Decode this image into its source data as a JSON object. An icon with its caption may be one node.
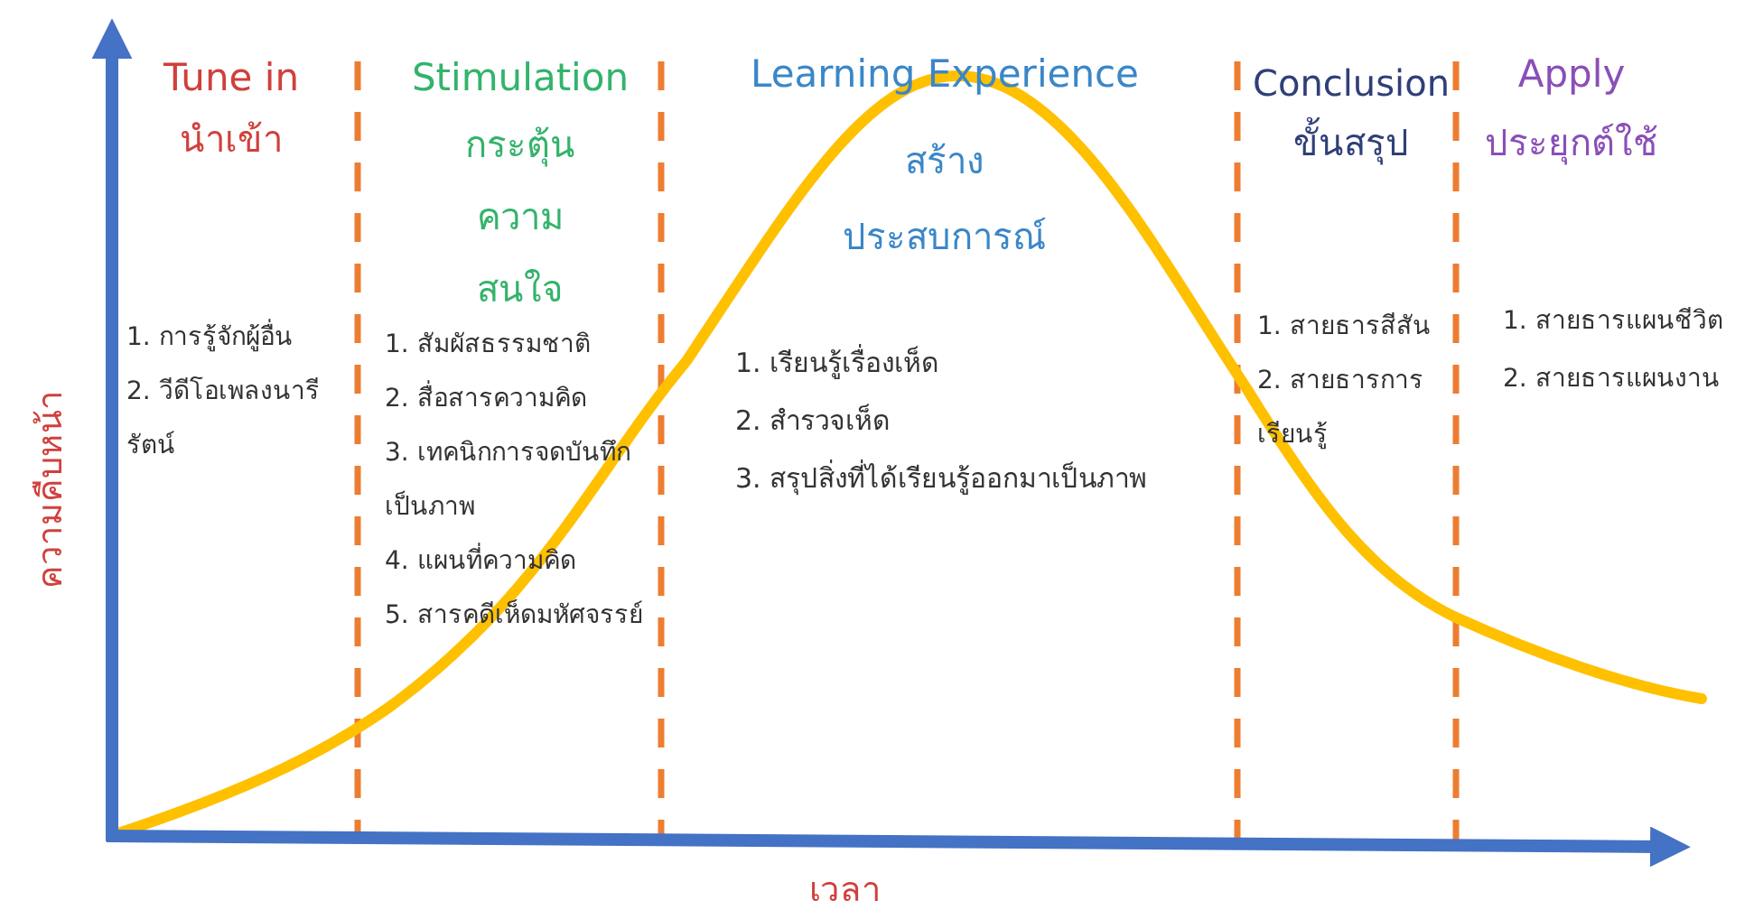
{
  "diagram": {
    "labels": [
      "Tune in",
      "นำเข้า",
      "Stimulation",
      "กระตุ้นความสนใจ",
      "Learning Experience",
      "สร้างประสบการณ์",
      "Conclusion",
      "ขั้นสรุป",
      "Apply",
      "ประยุกต์ใช้",
      "1. การรู้จักผู้อื่น",
      "2. วีดีโอเพลงนารีรัตน์",
      "1. สัมผัสธรรมชาติ",
      "2. สื่อสารความคิด",
      "3. เทคนิกการจดบันทึกเป็นภาพ",
      "4. แผนที่ความคิด",
      "5. สารคดีเห็ดมหัศจรรย์",
      "1. เรียนรู้เรื่องเห็ด",
      "2. สำรวจเห็ด",
      "3. สรุปสิ่งที่ได้เรียนรู้ออกมาเป็นภาพ",
      "1. สายธารสีสัน",
      "2. สายธารการเรียนรู้",
      "1. สายธารแผนชีวิต",
      "2. สายธารแผนงาน",
      "ความคืบหน้า",
      "เวลา"
    ]
  }
}
